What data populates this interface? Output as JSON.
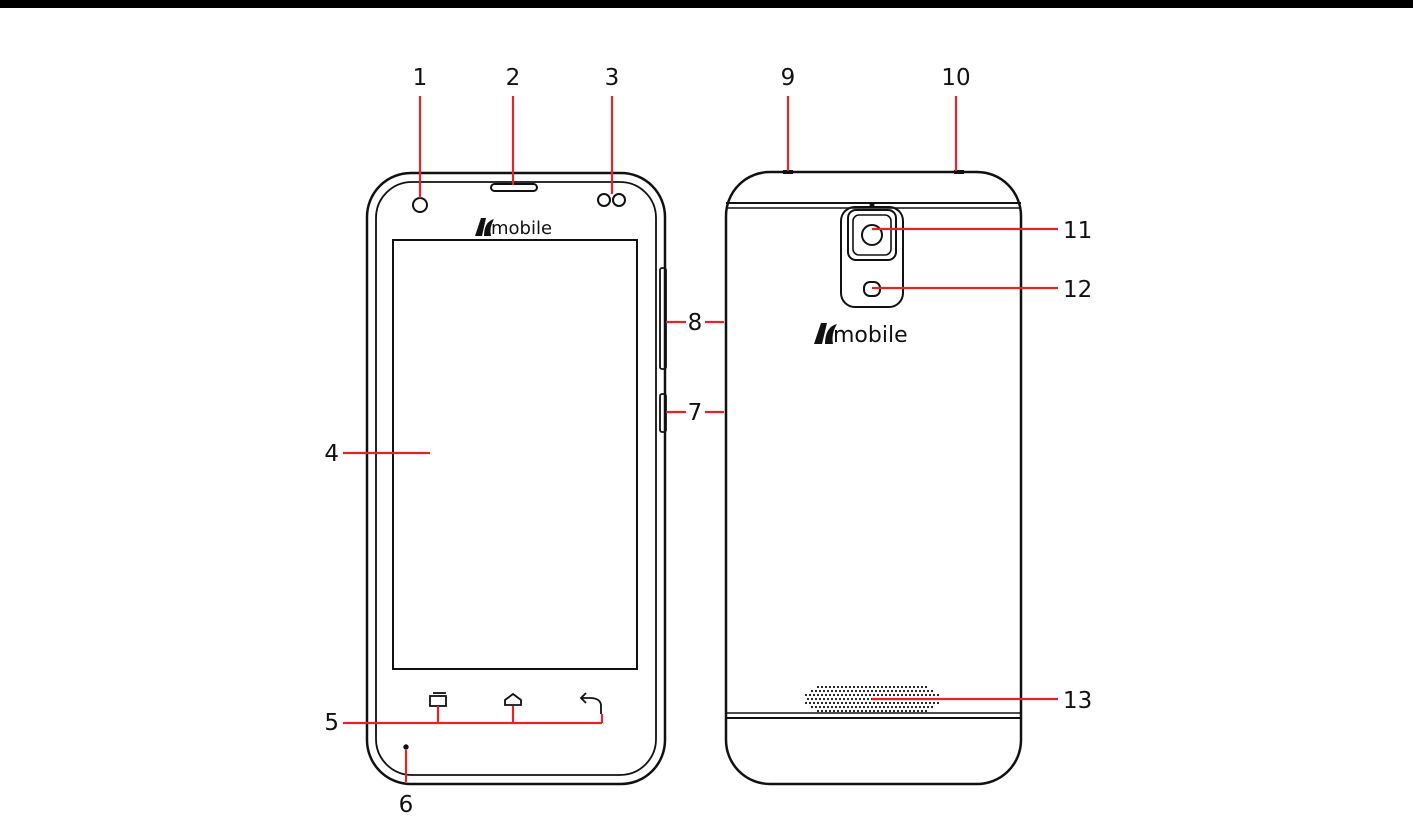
{
  "figure": {
    "brand_label": "mobile",
    "callouts": {
      "c1": "1",
      "c2": "2",
      "c3": "3",
      "c4": "4",
      "c5": "5",
      "c6": "6",
      "c7": "7",
      "c8": "8",
      "c9": "9",
      "c10": "10",
      "c11": "11",
      "c12": "12",
      "c13": "13"
    },
    "colors": {
      "outline": "#111111",
      "callout_line": "#e0262b",
      "top_rule": "#000000",
      "background": "#ffffff"
    }
  }
}
